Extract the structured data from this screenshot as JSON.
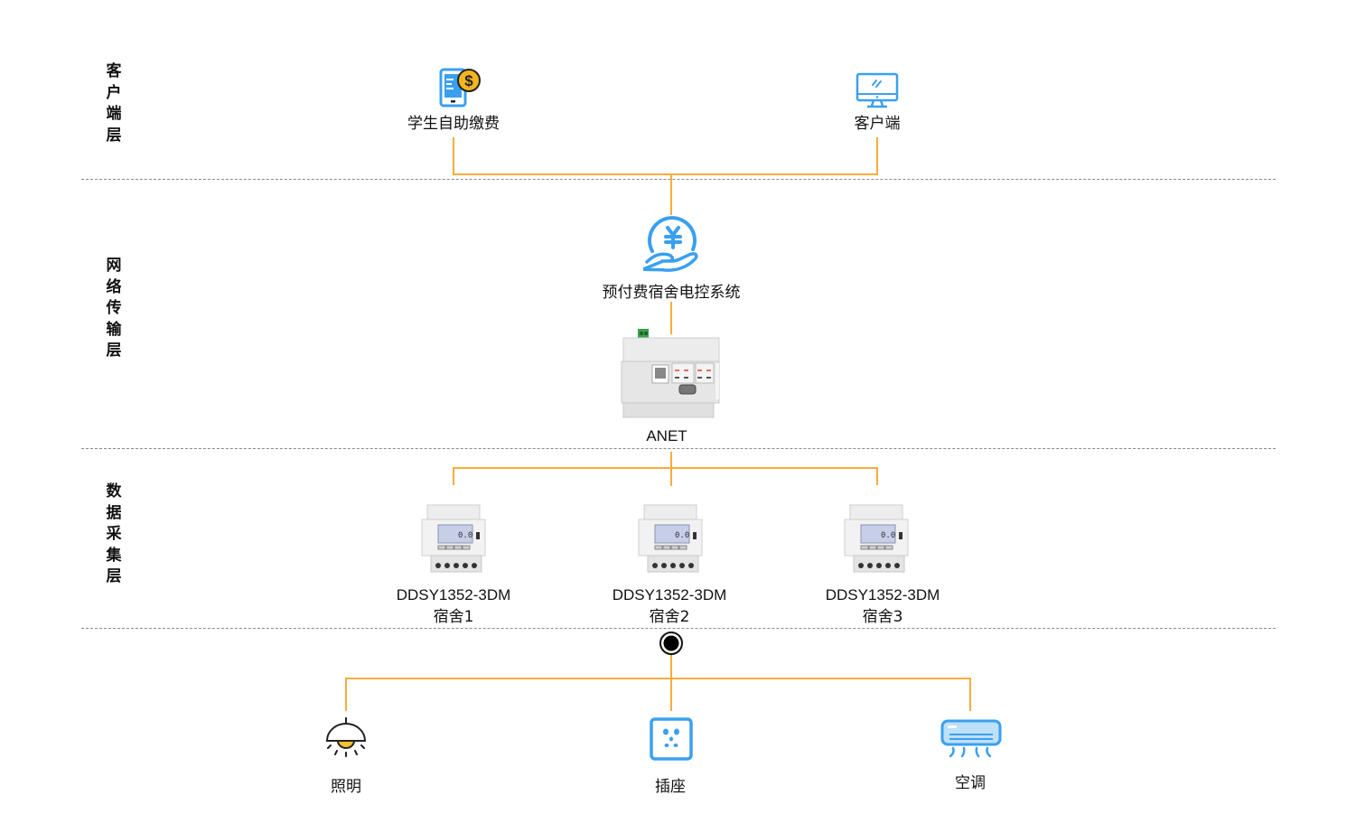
{
  "layers": [
    {
      "id": "client",
      "label": "客\n户\n端\n层",
      "chars": [
        "客",
        "户",
        "端",
        "层"
      ]
    },
    {
      "id": "network",
      "label": "网络传输层",
      "chars": [
        "网",
        "络",
        "传",
        "输",
        "层"
      ]
    },
    {
      "id": "data",
      "label": "数据采集层",
      "chars": [
        "数",
        "据",
        "采",
        "集",
        "层"
      ]
    }
  ],
  "client": {
    "student_payment": {
      "label": "学生自助缴费",
      "icon": "mobile-payment-icon"
    },
    "client_terminal": {
      "label": "客户端",
      "icon": "desktop-monitor-icon"
    }
  },
  "network": {
    "system": {
      "label": "预付费宿舍电控系统",
      "icon": "yuan-hand-icon"
    },
    "gateway": {
      "label": "ANET",
      "icon": "gateway-device-image"
    }
  },
  "data_collection": {
    "meters": [
      {
        "model": "DDSY1352-3DM",
        "room": "宿舍1"
      },
      {
        "model": "DDSY1352-3DM",
        "room": "宿舍2"
      },
      {
        "model": "DDSY1352-3DM",
        "room": "宿舍3"
      }
    ]
  },
  "loads": [
    {
      "label": "照明",
      "icon": "ceiling-lamp-icon"
    },
    {
      "label": "插座",
      "icon": "power-socket-icon"
    },
    {
      "label": "空调",
      "icon": "air-conditioner-icon"
    }
  ],
  "colors": {
    "connector": "#f5ad3b",
    "icon_blue": "#3aa0ee",
    "coin_yellow": "#f6b51e",
    "lamp_yellow": "#f9c22e",
    "separator": "#8a8a8a"
  }
}
